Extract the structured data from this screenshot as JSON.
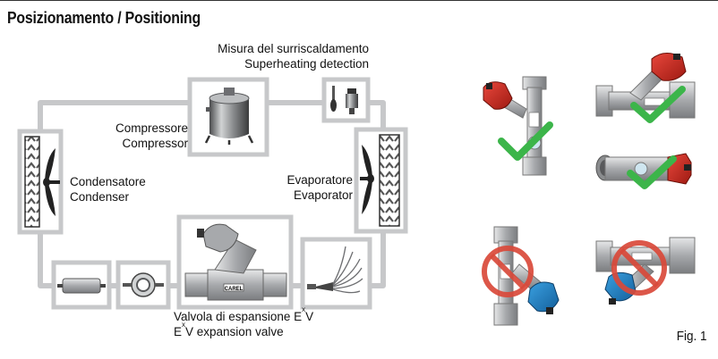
{
  "title": "Posizionamento / Positioning",
  "labels": {
    "superheat_it": "Misura del surriscaldamento",
    "superheat_en": "Superheating detection",
    "compressor_it": "Compressore",
    "compressor_en": "Compressor",
    "condenser_it": "Condensatore",
    "condenser_en": "Condenser",
    "evaporator_it": "Evaporatore",
    "evaporator_en": "Evaporator",
    "valve_it_pre": "Valvola di espansione E",
    "valve_it_sup": "x",
    "valve_it_post": "V",
    "valve_en_pre": "E",
    "valve_en_sup": "x",
    "valve_en_post": "V expansion valve"
  },
  "brand_label": "CAREL",
  "figure_label": "Fig. 1",
  "status": {
    "correct": "check-mark",
    "wrong": "prohibited-sign"
  },
  "colors": {
    "actuator_ok": "#c8281e",
    "actuator_wrong": "#1f7fc4",
    "check": "#3cb54a",
    "prohibit": "#d9493a",
    "pipe": "#a9abae",
    "frame": "#c7c8ca"
  }
}
